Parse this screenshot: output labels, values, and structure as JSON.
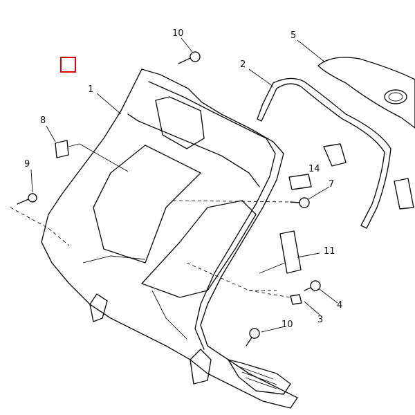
{
  "diagram": {
    "marker_color": "#e00000",
    "callouts": [
      {
        "id": "10a",
        "text": "10"
      },
      {
        "id": "5",
        "text": "5"
      },
      {
        "id": "2",
        "text": "2"
      },
      {
        "id": "1",
        "text": "1"
      },
      {
        "id": "8",
        "text": "8"
      },
      {
        "id": "9",
        "text": "9"
      },
      {
        "id": "14",
        "text": "14"
      },
      {
        "id": "7",
        "text": "7"
      },
      {
        "id": "11",
        "text": "11"
      },
      {
        "id": "4",
        "text": "4"
      },
      {
        "id": "3",
        "text": "3"
      },
      {
        "id": "10b",
        "text": "10"
      }
    ]
  }
}
